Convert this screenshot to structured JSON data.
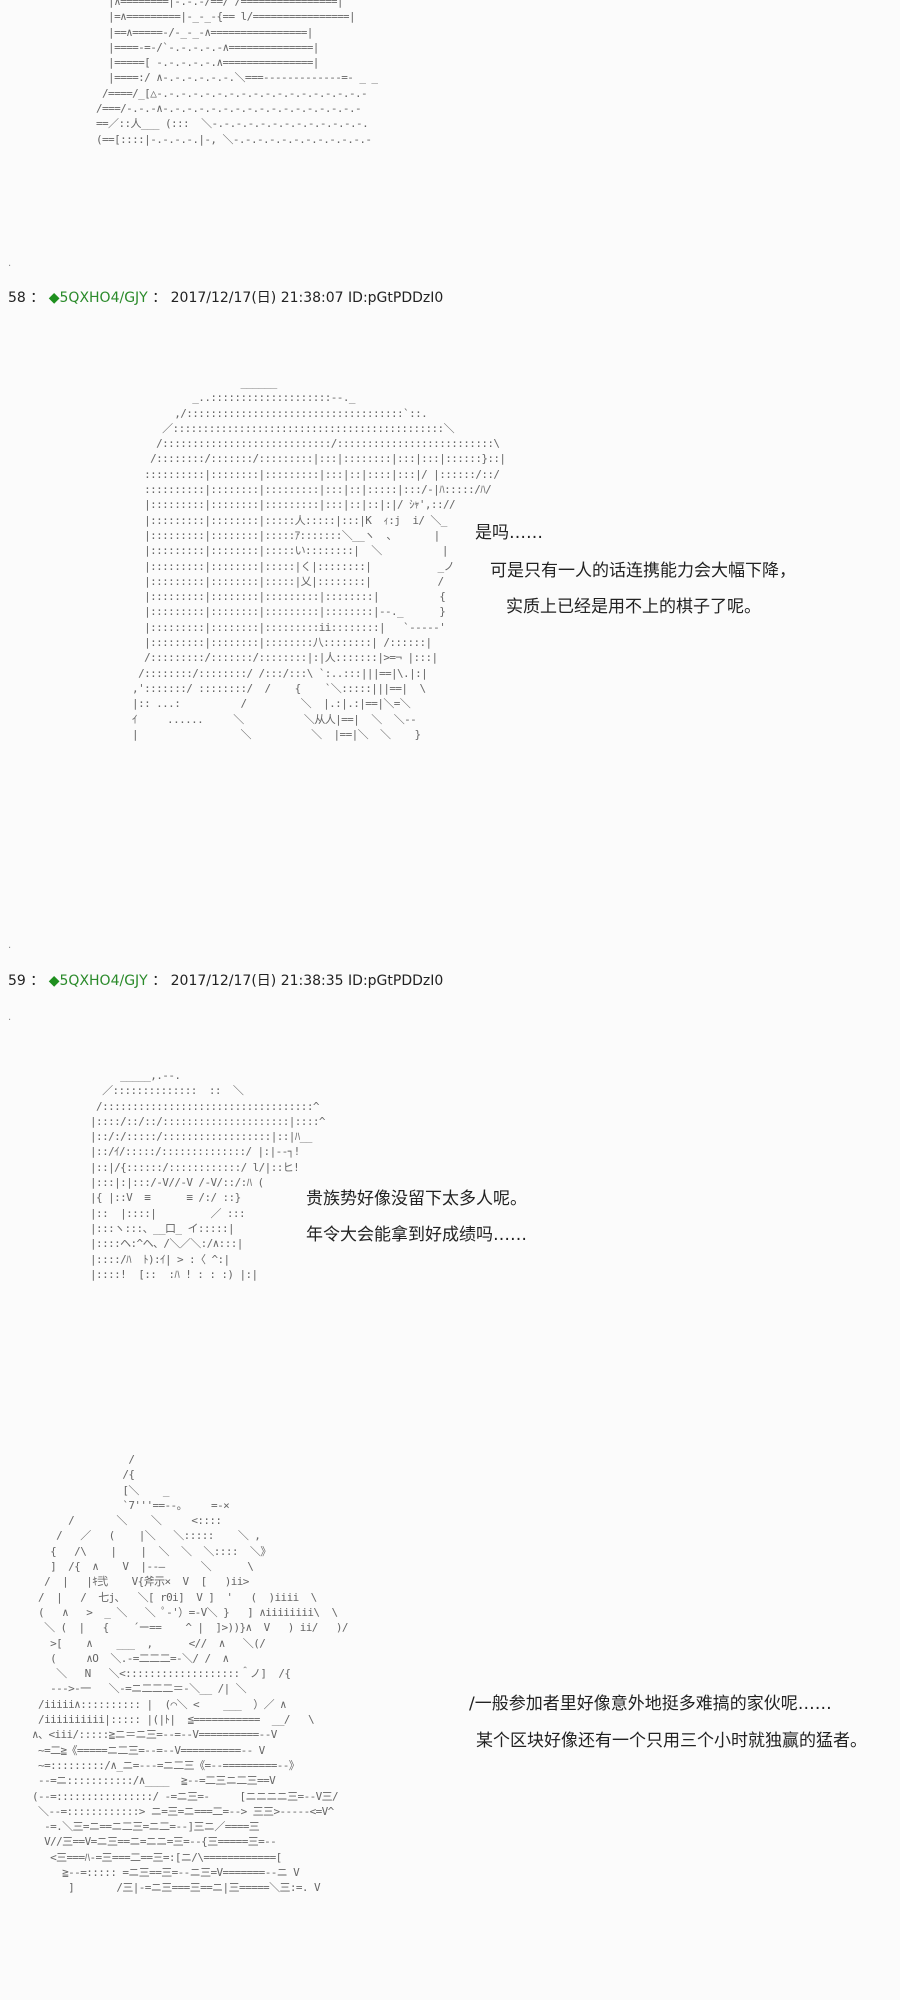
{
  "posts": [
    {
      "number": "58",
      "sep": "：",
      "diamond": "◆",
      "trip": "5QXHO4/GJY",
      "sep2": "：",
      "datetime": "2017/12/17(日) 21:38:07",
      "id": "ID:pGtPDDzI0",
      "dialogue": [
        "是吗……",
        "可是只有一人的话连携能力会大幅下降，",
        "实质上已经是用不上的棋子了呢。"
      ]
    },
    {
      "number": "59",
      "sep": "：",
      "diamond": "◆",
      "trip": "5QXHO4/GJY",
      "sep2": "：",
      "datetime": "2017/12/17(日) 21:38:35",
      "id": "ID:pGtPDDzI0",
      "dialogue": [
        "贵族势好像没留下太多人呢。",
        "年令大会能拿到好成绩吗……"
      ],
      "dialogue2": [
        "/一般参加者里好像意外地挺多难搞的家伙呢……",
        "某个区块好像还有一个只用三个小时就独赢的猛者。"
      ]
    }
  ],
  "ascii_art": {
    "top": "  |∧========|-.-.-/==/ /================|\n  |=∧=========|-_-_-{== l/================|\n  |==∧=====-/-_-_-∧================|\n  |====-=-/`-.-.-.-.-∧==============|\n  |=====[ -.-.-.-.-.∧===============|\n  |====:/ ∧-.-.-.-.-.-.＼===-------------=- _ _\n /====/_[△-.-.-.-.-.-.-.-.-.-.-.-.-.-.-.-.-.-\n/===/-.-.-∧-.-.-.-.-.-.-.-.-.-.-.-.-.-.-.-.-\n==／::人___ (:::  ＼-.-.-.-.-.-.-.-.-.-.-.-.-.\n(==[::::|-.-.-.-.|-, ＼-.-.-.-.-.-.-.-.-.-.-.-",
    "girl1": "                    ______\n            _..::::::::::::::::::::--._\n         ,/::::::::::::::::::::::::::::::::::::`::.\n       ／:::::::::::::::::::::::::::::::::::::::::::::＼\n      /::::::::::::::::::::::::::::/::::::::::::::::::::::::::\\\n     /::::::::/:::::::/:::::::::|:::|::::::::|:::|:::|::::::}::|\n    ::::::::::|::::::::|:::::::::|:::|::|::::|:::|/ |::::::/::/\n    ::::::::::|::::::::|:::::::::|:::|::|:::::|:::/-|ﾊ:::::/ﾊ/\n    |:::::::::|::::::::|:::::::::|:::|::|::|:|/ ｼｬ',:://\n    |:::::::::|::::::::|:::::人:::::|:::|K  ｨ:j  i/ ＼_\n    |:::::::::|::::::::|:::::ｱ:::::::＼__ヽ  ､       |\n    |:::::::::|::::::::|:::::い::::::::|  ＼          |\n    |:::::::::|::::::::|:::::|く|::::::::|           _ノ\n    |:::::::::|::::::::|:::::|乂|::::::::|           /\n    |:::::::::|::::::::|:::::::::|::::::::|          {\n    |:::::::::|::::::::|:::::::::|::::::::|--._      }\n    |:::::::::|::::::::|:::::::::ii::::::::|   `-----'\n    |:::::::::|::::::::|::::::::八::::::::| /::::::|\n    /:::::::::/:::::::/::::::::|:|人:::::::|>=¬ |:::|\n   /::::::::/::::::::/ /:::/:::\\ `:..:::|||==|\\.|:|\n  ,':::::::/ ::::::::/  /    {    `＼:::::|||==|  \\\n  |:: ...:          /         ＼  |.:|.:|==|＼=＼\n  ｲ     ......     ＼          ＼从人|==|  ＼  ＼--\n  |                 ＼          ＼  |==|＼  ＼    }",
    "girl2": "      _____,.--.\n   ／::::::::::::::  ::  ＼\n  /:::::::::::::::::::::::::::::::::::^\n |::::/::/::/:::::::::::::::::::::|::::^\n |::/:/:::::/::::::::::::::::::|::|ﾊ__\n |::/ｲ/:::::/::::::::::::::/ |:|--┐!\n |::|/{::::::/::::::::::::/ l/|::ヒ!\n |:::|:|:::/-V//-V /-V/::/:ﾊ (\n |{ |::V  ≡      ≡ /:/ ::}\n |::  |::::|         ／ :::\n |:::ヽ:::、__口_ イ:::::|\n |::::ヘ:^ヘ、/＼／＼:/∧:::|\n |::::/ﾊ  ﾄ):ｲ| > :〈 ^:|\n |::::!  [::  :ﾊ ! : : :) |:|",
    "boy": "                 /\n                /{\n                [＼    _ \n                `7'''==--。    =-×\n       /       ＼    ＼     <::::\n     /   ／   (    |＼   ＼:::::    ＼ ,\n    {   /\\    |    |  ＼  ＼  ＼::::  ＼》\n    ]  /{  ∧    V  |--―      ＼      \\\n   /  |   |ｷ弐    V{斧示×  V  [   )ii>\n  /  |   /  七j､   ＼[ r0i]  V ]  '   (  )iiii  \\\n  (   ∧   >  _ ＼   ＼ ﾟ-'）=-V＼ }   ] ∧iiiiiiii\\  \\\n   ＼ (  |   {    ´ー==    ^ |  ]>))}∧  V   ) ii/   )/\n    >[    ∧    ___  ,      <//  ∧   ＼(/\n    (     ∧O  ＼.-=二二二=-＼/ /  ∧\n     ＼   N   ＼<:::::::::::::::::::＾ノ]  /{\n    --->-一   ＼-=ニ二二二＝-＼__ /| ＼ \n  /iiiii∧:::::::::: |  (⌒＼ <    ___  ）／ ∧\n  /iiiiiiiiii|::::: |(|ﾄ|  ≦===========  __/   \\\n ∧、<iii/:::::≧ニ＝ニ三=--=--V==========--V\n  ~=二≧《=====ニ二三=--=--V==========-- V\n  ~=:::::::::/∧_ニ=---=ニ二三《=--=========--》\n  --=ニ:::::::::::/∧____  ≧--=二三ニ二三==V\n (--=::::::::::::::::/ -=ニ三=-     [ニニニニ三=--V三/\n  ＼--=::::::::::::> ニ=三=ニ===二=--> 三三>-----<=V^\n   -=.＼三=ニ==ニ二三=ニ二=--]三ニ／====三\n   V//三==V=ニ三==ニ=ニニ=三=--{三=====三=--\n    <三===ﾊ-=三===二==三=:[ニ/\\============[\n      ≧--=::::: =ニ三==三=--ニ三=V=======--ニ V\n       ]       /三|-=ニ三===三==ニ|三=====＼三:=. V"
  }
}
